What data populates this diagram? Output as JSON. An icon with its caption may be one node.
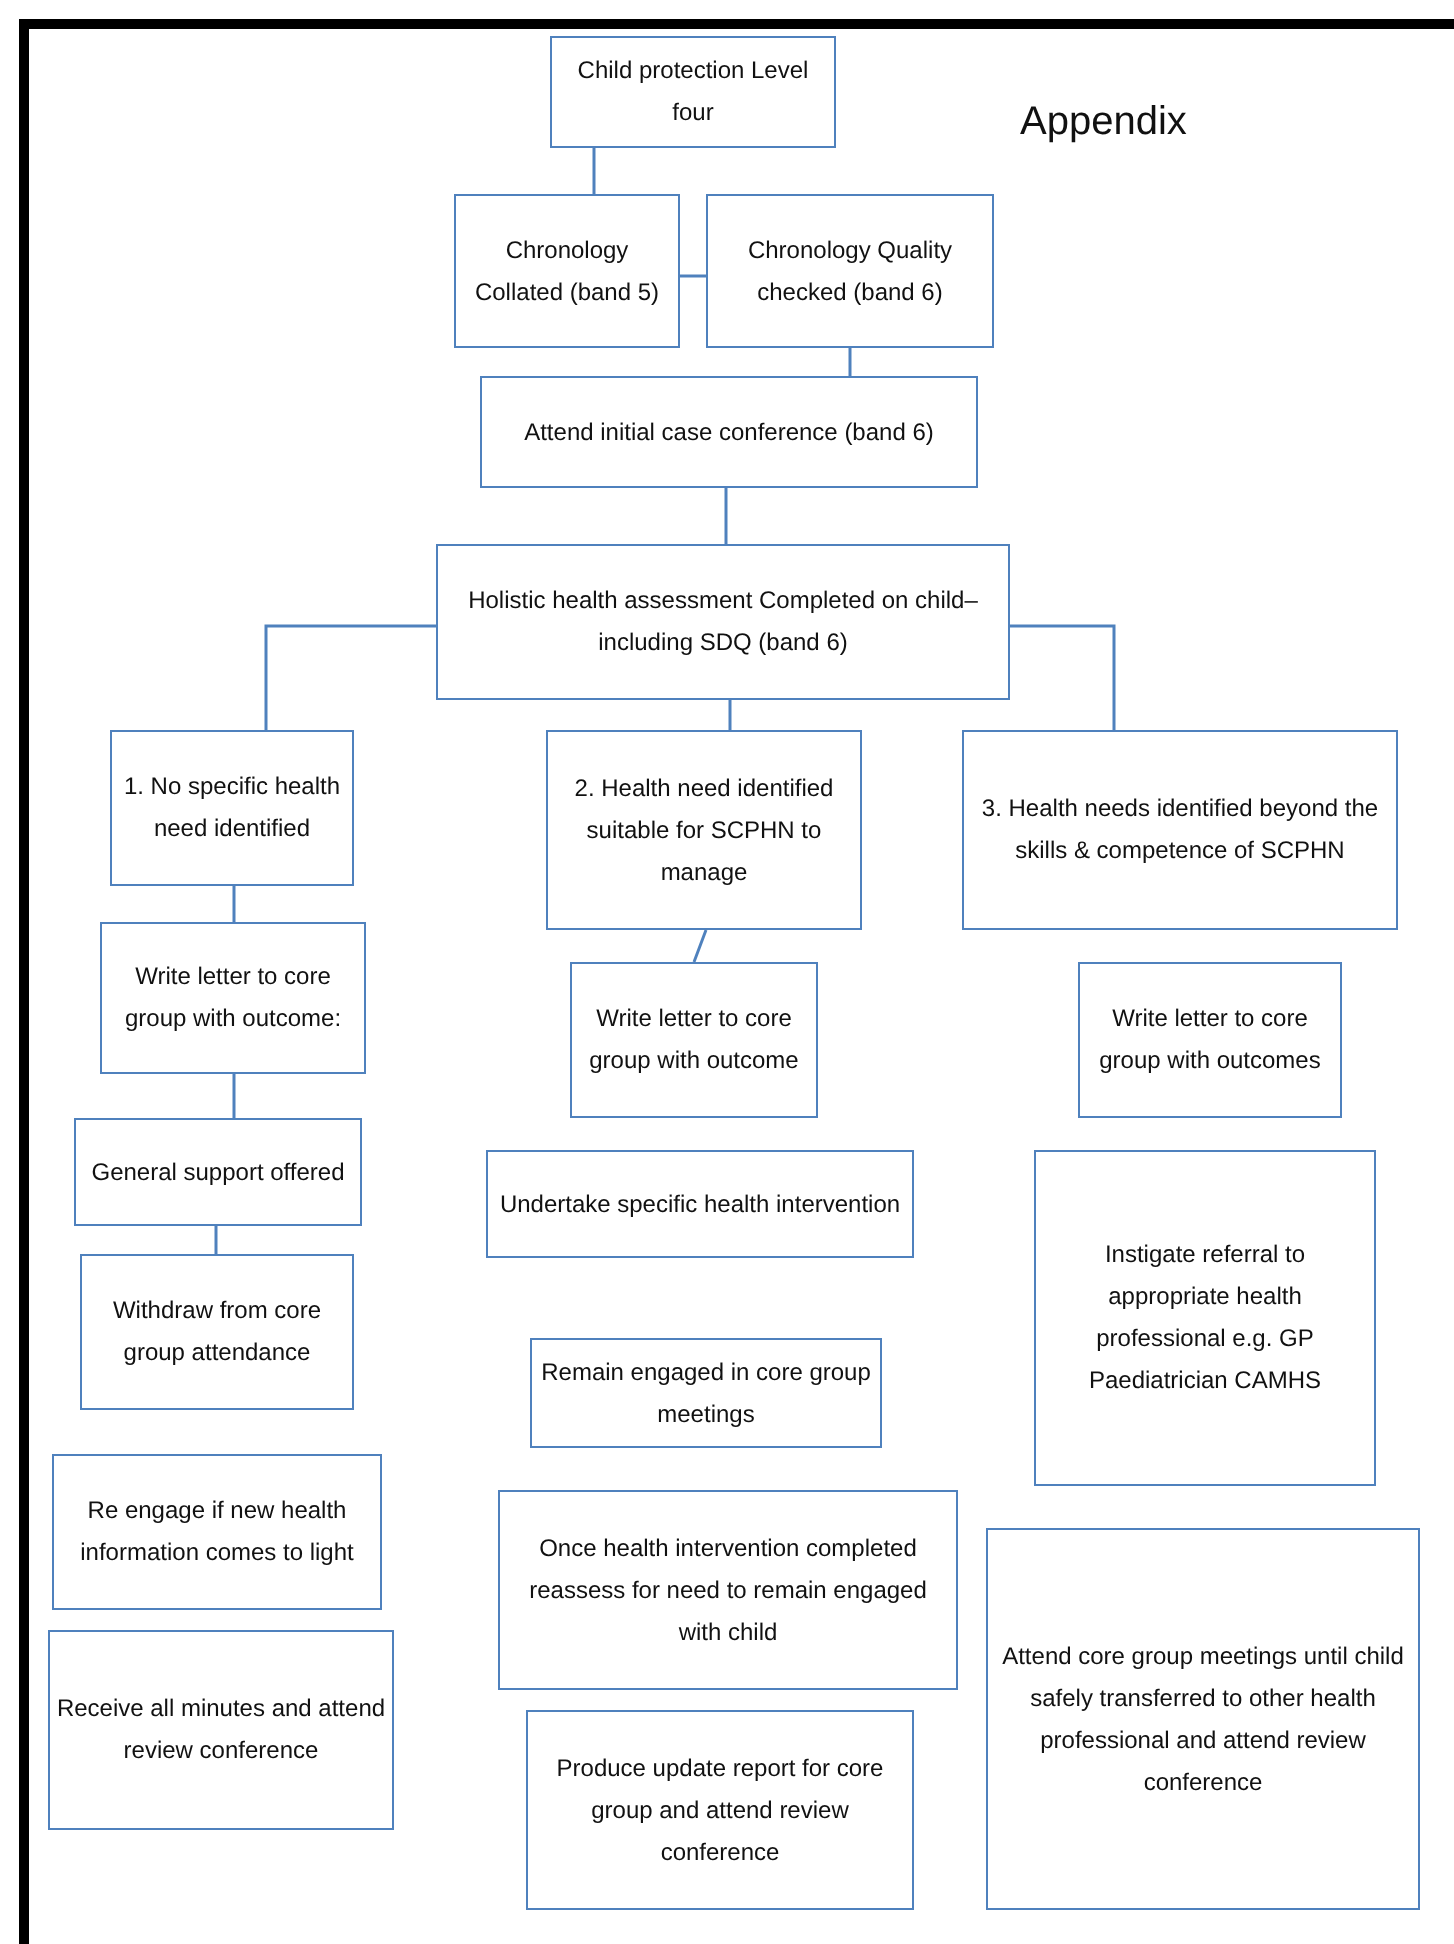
{
  "diagram": {
    "title": "Appendix",
    "nodes": [
      {
        "text": [
          "Child protection Level four"
        ]
      },
      {
        "text": [
          "Chronology Collated (band 5)"
        ]
      },
      {
        "text": [
          "Chronology Quality checked (band 6)"
        ]
      },
      {
        "text": [
          "Attend initial case conference (band 6)"
        ]
      },
      {
        "text": [
          "Holistic health assessment Completed on child– including SDQ (band 6)"
        ]
      },
      {
        "text": [
          "1. No specific health need identified"
        ]
      },
      {
        "text": [
          "2. Health need identified suitable for SCPHN to manage"
        ]
      },
      {
        "text": [
          "3. Health needs identified beyond the skills & competence of SCPHN"
        ]
      },
      {
        "text": [
          "Write letter to core group with outcome:"
        ]
      },
      {
        "text": [
          "General support offered"
        ]
      },
      {
        "text": [
          "Withdraw from core group attendance"
        ]
      },
      {
        "text": [
          "Write letter to core group with outcome"
        ]
      },
      {
        "text": [
          "Write letter to core group with outcomes"
        ]
      },
      {
        "text": [
          "Undertake specific health intervention"
        ]
      },
      {
        "text": [
          "Instigate referral to appropriate health professional e.g. GP Paediatrician CAMHS"
        ]
      },
      {
        "text": [
          "Remain engaged in core group meetings"
        ]
      },
      {
        "text": [
          "Re engage if new health information comes to light"
        ]
      },
      {
        "text": [
          "Once health intervention completed reassess for need to remain engaged with child"
        ]
      },
      {
        "text": [
          "Attend core group meetings until child safely transferred to other health professional and attend review conference"
        ]
      },
      {
        "text": [
          "Receive all minutes and attend review conference"
        ]
      },
      {
        "text": [
          "Produce update report for core group and attend review conference"
        ]
      }
    ],
    "edges": [
      {
        "from": 0,
        "to": 1,
        "arrow": "none"
      },
      {
        "from": 1,
        "to": 2,
        "arrow": "none"
      },
      {
        "from": 2,
        "to": 3,
        "arrow": "none"
      },
      {
        "from": 3,
        "to": 4,
        "arrow": "none"
      },
      {
        "from": 4,
        "to": 5,
        "arrow": "none"
      },
      {
        "from": 4,
        "to": 6,
        "arrow": "none"
      },
      {
        "from": 4,
        "to": 7,
        "arrow": "none"
      },
      {
        "from": 5,
        "to": 8,
        "arrow": "none"
      },
      {
        "from": 8,
        "to": 9,
        "arrow": "none"
      },
      {
        "from": 9,
        "to": 10,
        "arrow": "none"
      },
      {
        "from": 6,
        "to": 11,
        "arrow": "none"
      }
    ]
  }
}
